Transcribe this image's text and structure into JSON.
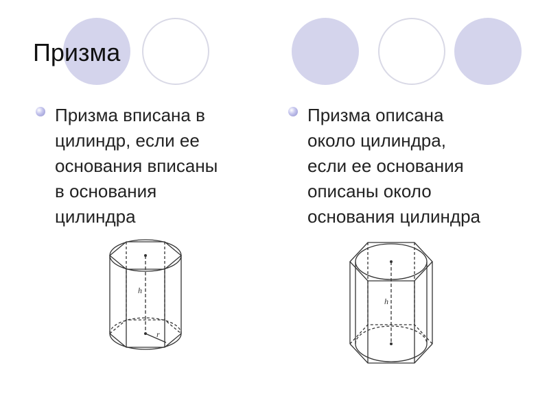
{
  "slide": {
    "title": "Призма"
  },
  "left_column": {
    "text": "Призма вписана в\nцилиндр, если ее\nоснования вписаны\nв основания\nцилиндра",
    "figure_label_h": "h",
    "figure_label_r": "r"
  },
  "right_column": {
    "text": "Призма описана\nоколо цилиндра,\nесли ее основания\nописаны около\nоснования цилиндра",
    "figure_label_h": "h"
  },
  "colors": {
    "decor_fill": "#d4d4ec",
    "decor_outline": "#d9d9e6",
    "bullet": "#9a9ad6"
  }
}
